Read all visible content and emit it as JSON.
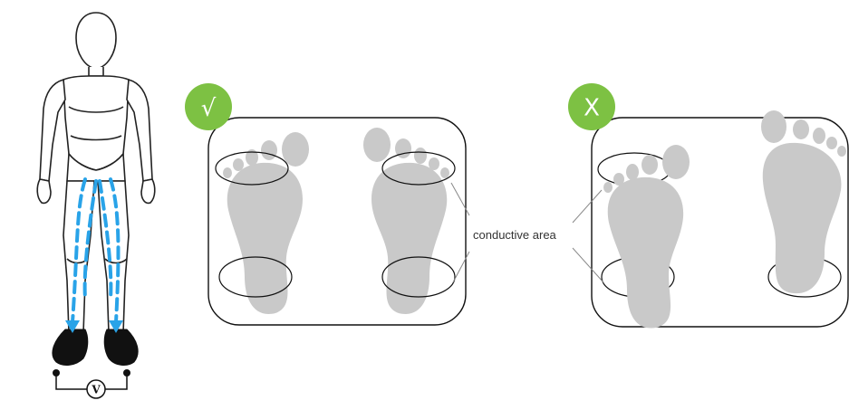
{
  "annotation": {
    "conductive_area": "conductive area"
  },
  "meter": {
    "symbol": "V"
  },
  "badges": {
    "correct": {
      "glyph": "√",
      "icon": "checkmark-icon"
    },
    "incorrect": {
      "glyph": "X",
      "icon": "cross-icon"
    }
  },
  "colors": {
    "badge_green": "#7dc143",
    "current_arrow": "#29a3e8",
    "foot_fill": "#c9c9c9",
    "outline": "#222222",
    "leader_line": "#888888",
    "shoe": "#111111"
  }
}
